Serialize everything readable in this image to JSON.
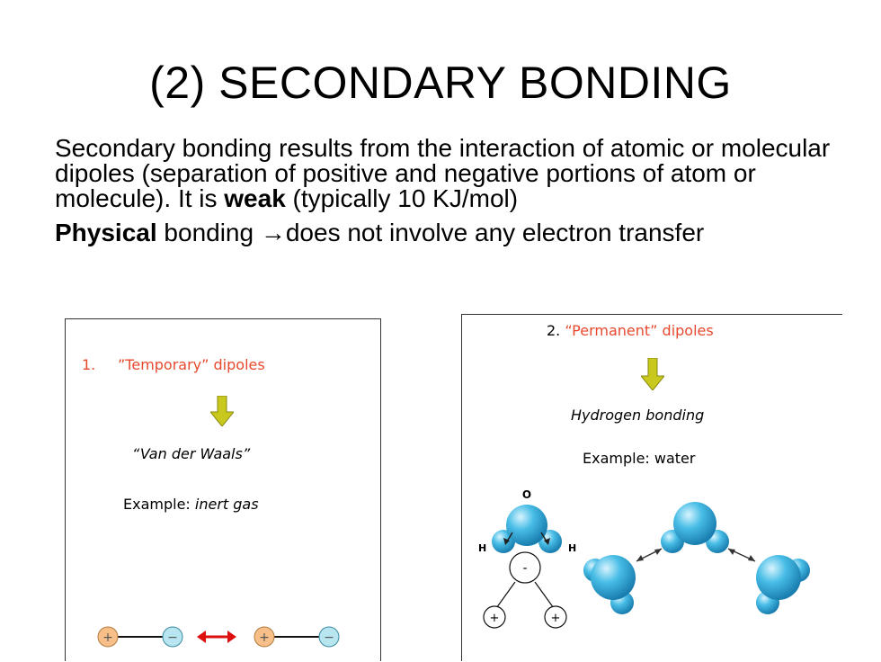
{
  "slide": {
    "title": "(2) SECONDARY BONDING",
    "para1_before": "Secondary bonding results from the interaction of atomic or molecular dipoles (separation of positive and negative portions of atom or molecule). It is ",
    "para1_bold": "weak",
    "para1_after": " (typically 10 KJ/mol)",
    "para2_bold": "Physical",
    "para2_after": " bonding →does not involve any electron transfer"
  },
  "left_panel": {
    "number": "1.",
    "heading": "”Temporary” dipoles",
    "type": "“Van der Waals”",
    "example_prefix": "Example: ",
    "example_value": "inert gas",
    "plus": "+",
    "minus": "−"
  },
  "right_panel": {
    "number": "2.",
    "heading": "“Permanent” dipoles",
    "type": "Hydrogen bonding",
    "example": "Example: water",
    "label_o": "O",
    "label_h": "H",
    "minus": "-",
    "plus": "+"
  },
  "colors": {
    "accent_red": "#e8492e",
    "arrow_olive": "#c8c81e",
    "orange_atom": "#f8c088",
    "blue_atom": "#b8e6f0",
    "water_blue": "#3ab0dc"
  }
}
